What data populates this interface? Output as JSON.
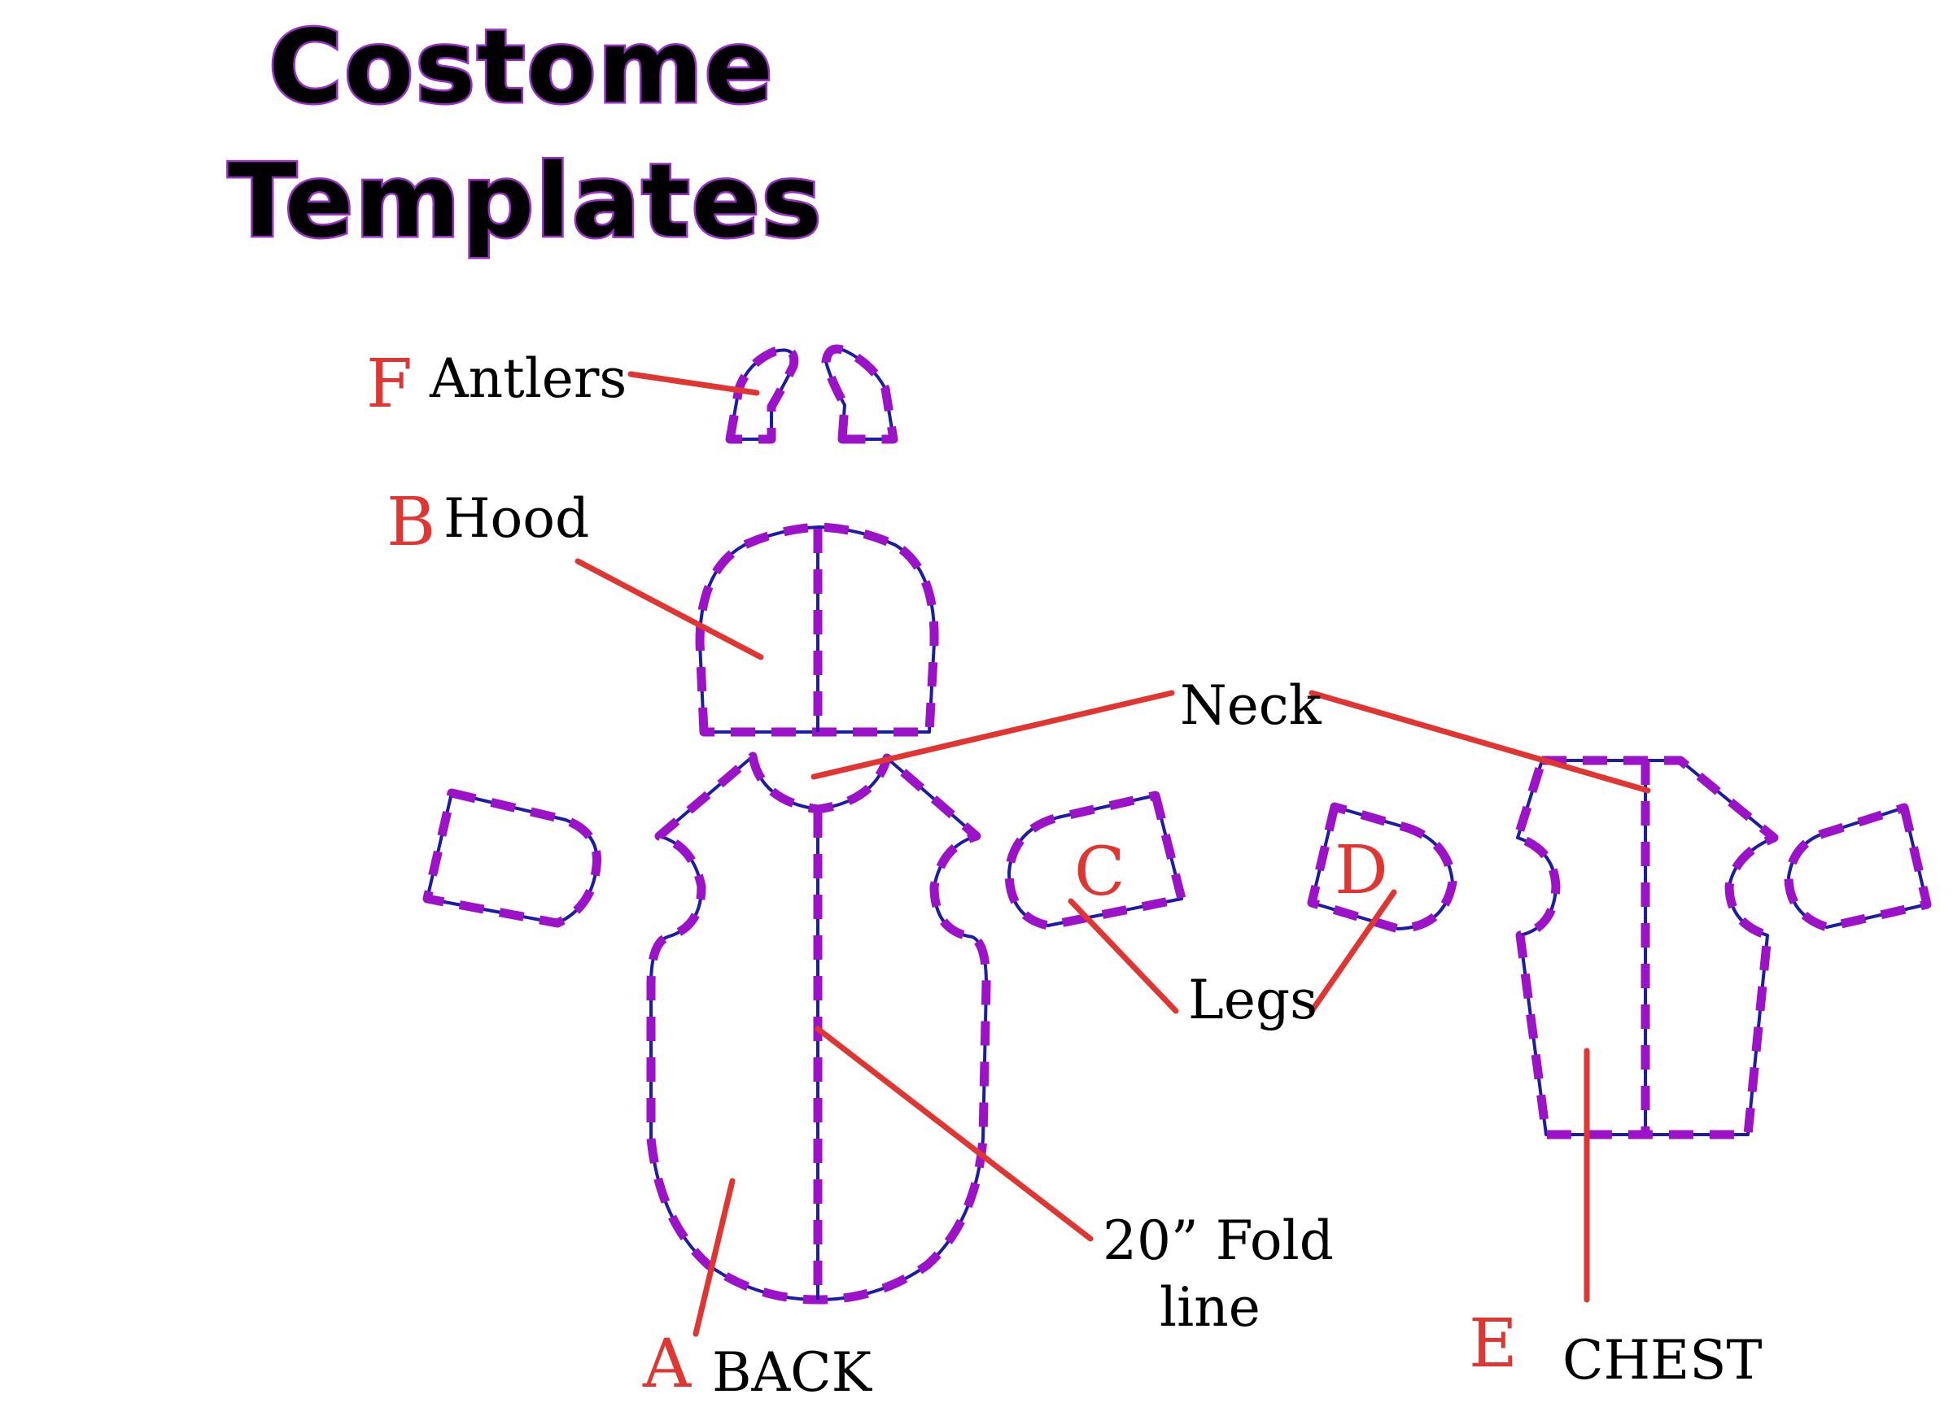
{
  "title": {
    "line1": "Costome",
    "line2": "Templates"
  },
  "pieces": {
    "antlers": {
      "letter": "F",
      "label": "Antlers"
    },
    "hood": {
      "letter": "B",
      "label": "Hood"
    },
    "back": {
      "letter": "A",
      "label": "BACK"
    },
    "leg_c": {
      "letter": "C"
    },
    "leg_d": {
      "letter": "D"
    },
    "chest": {
      "letter": "E",
      "label": "CHEST"
    }
  },
  "callouts": {
    "neck": "Neck",
    "legs": "Legs",
    "fold_line_1": "20” Fold",
    "fold_line_2": "line"
  },
  "colors": {
    "outline": "#1c1ca8",
    "dashed_seam": "#9b12c8",
    "leader_lines": "#e03530",
    "letters": "#e03530",
    "title_outline": "#9b2fc9"
  }
}
